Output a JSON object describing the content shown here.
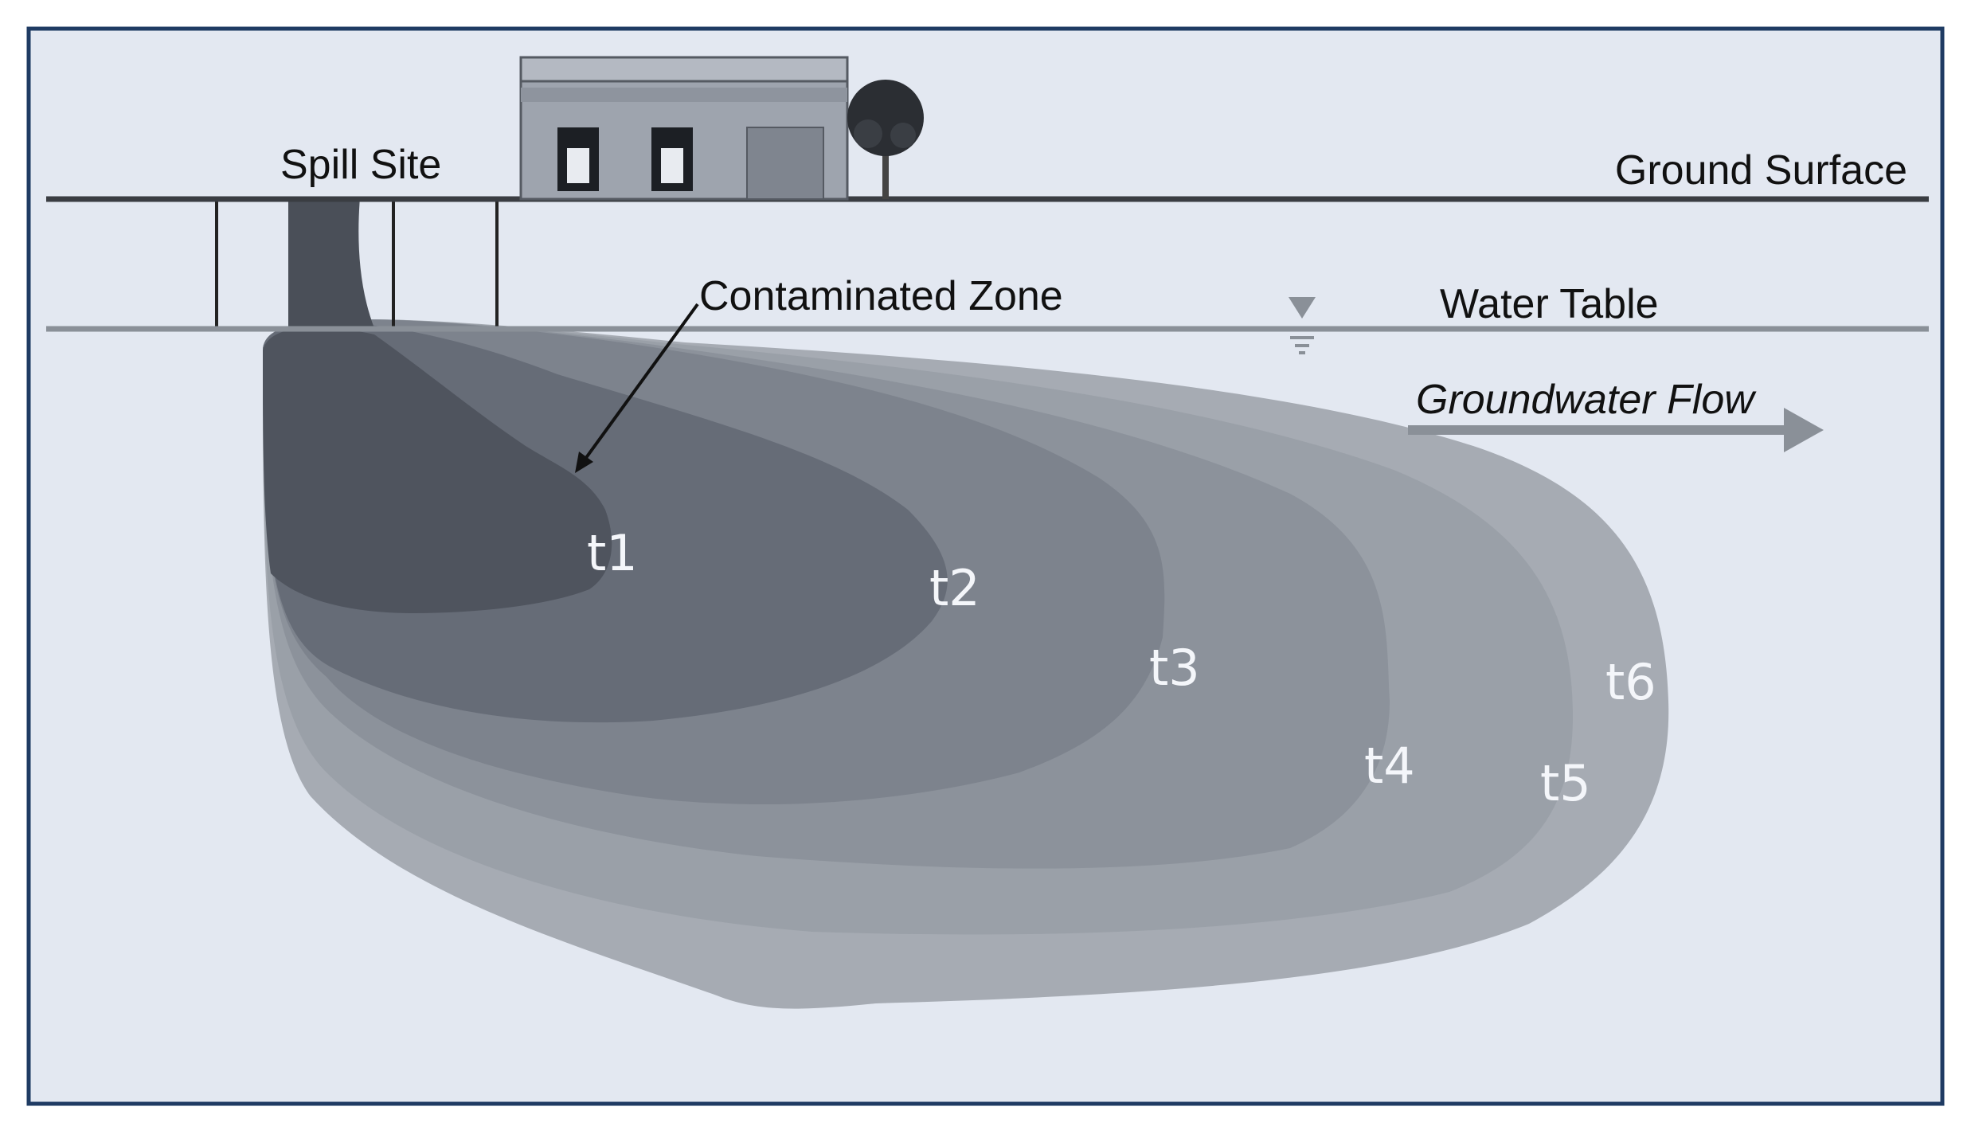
{
  "labels": {
    "spill_site": "Spill Site",
    "ground_surface": "Ground Surface",
    "water_table": "Water Table",
    "contaminated_zone": "Contaminated Zone",
    "groundwater_flow": "Groundwater Flow"
  },
  "plume_stages": [
    "t1",
    "t2",
    "t3",
    "t4",
    "t5",
    "t6"
  ],
  "colors": {
    "frame_border": "#1f3b63",
    "background": "#e3e8f1",
    "ground_line": "#3a3d42",
    "water_line": "#8a9098",
    "plume_t1": "#4f545e",
    "plume_t2": "#666c77",
    "plume_t3": "#7d838d",
    "plume_t4": "#8c929b",
    "plume_t5": "#9aa0a8",
    "plume_t6": "#a6abb3"
  }
}
